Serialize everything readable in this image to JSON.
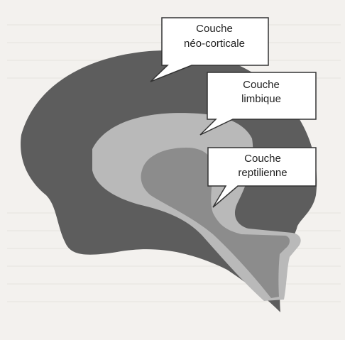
{
  "colors": {
    "paper": "#f3f1ee",
    "neocortical": "#5d5d5d",
    "limbic": "#b9b9b9",
    "reptilian": "#8c8c8c",
    "callout_fill": "#ffffff",
    "callout_stroke": "#333333",
    "text": "#222222"
  },
  "labels": {
    "neocortical": {
      "line1": "Couche",
      "line2": "néo-corticale"
    },
    "limbic": {
      "line1": "Couche",
      "line2": "limbique"
    },
    "reptilian": {
      "line1": "Couche",
      "line2": "reptilienne"
    }
  }
}
